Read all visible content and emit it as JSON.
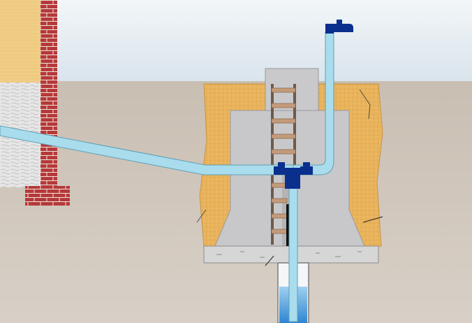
{
  "diagram": {
    "type": "well-caisson-water-supply-cross-section",
    "has_text_labels": false,
    "parts": [
      "sky",
      "ground",
      "house-wall",
      "brick-column",
      "foundation-footing",
      "sand-backfill",
      "concrete-caisson",
      "caisson-neck",
      "access-ladder",
      "concrete-base-slab",
      "well-casing",
      "water-in-well",
      "supply-pipe-to-house",
      "riser-pipe",
      "outdoor-tap",
      "pipe-tee-fitting",
      "pump-unit"
    ],
    "colors": {
      "sky": "#dfe8ee",
      "ground": "#cdc4b9",
      "sand": "#e9b45c",
      "concrete": "#c8c8ca",
      "brick": "#b33a36",
      "house_wall": "#f0cf8a",
      "stone_plinth": "#e2e2e2",
      "pipe": "#a9dcec",
      "fitting": "#0b2f8c",
      "water": "#3a8fd4",
      "ladder_rung": "#c49b7a"
    }
  }
}
